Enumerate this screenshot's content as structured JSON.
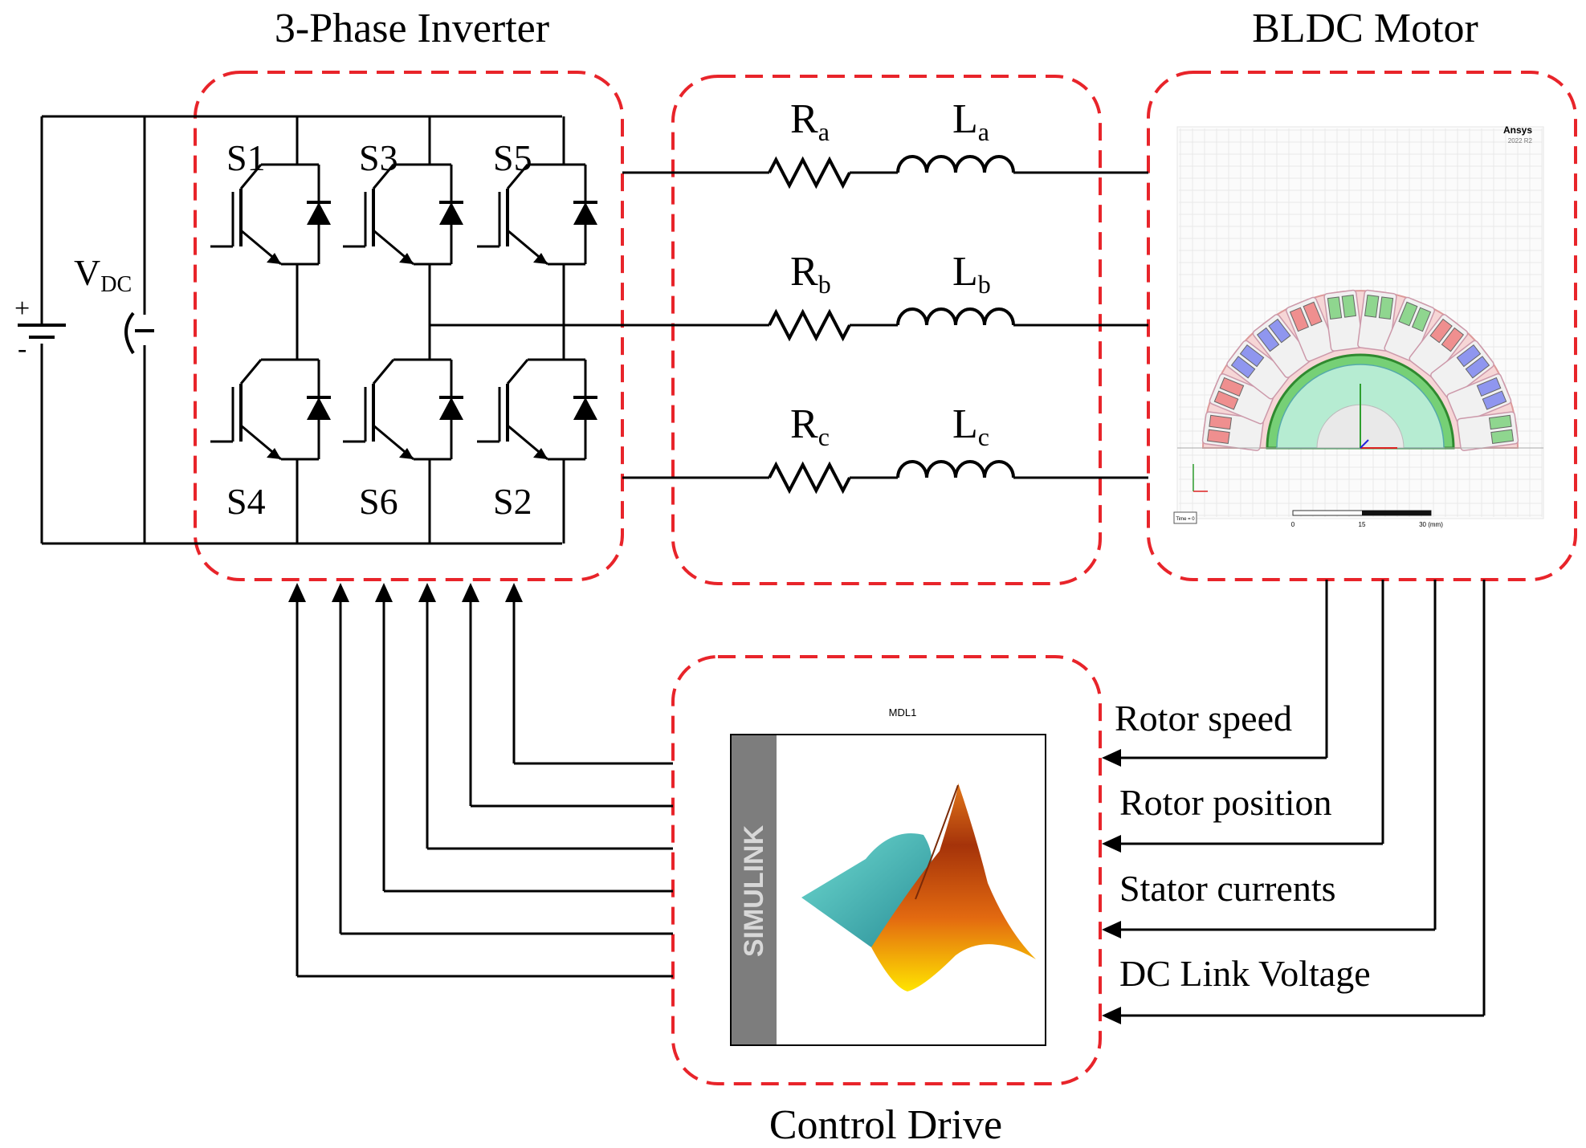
{
  "titles": {
    "inverter": "3-Phase Inverter",
    "motor": "BLDC Motor",
    "control": "Control Drive"
  },
  "source": {
    "vdc_main": "V",
    "vdc_sub": "DC",
    "plus": "+",
    "minus": "-"
  },
  "switches": [
    "S1",
    "S3",
    "S5",
    "S4",
    "S6",
    "S2"
  ],
  "phases": [
    {
      "r_main": "R",
      "r_sub": "a",
      "l_main": "L",
      "l_sub": "a"
    },
    {
      "r_main": "R",
      "r_sub": "b",
      "l_main": "L",
      "l_sub": "b"
    },
    {
      "r_main": "R",
      "r_sub": "c",
      "l_main": "L",
      "l_sub": "c"
    }
  ],
  "feedback_signals": [
    "Rotor speed",
    "Rotor position",
    "Stator currents",
    "DC Link Voltage"
  ],
  "simulink": {
    "caption": "MDL1",
    "banner": "SIMULINK"
  },
  "ansys": {
    "brand": "Ansys",
    "version": "2022 R2",
    "scale_labels": [
      "0",
      "15",
      "30 (mm)"
    ],
    "time_label": "Time = 0"
  },
  "colors": {
    "boundary": "#e8242a",
    "stator": "#f3c9c9",
    "rotor": "#7dd67d",
    "coil_red": "#ef8f8f",
    "coil_blue": "#8f96ef",
    "coil_green": "#8fd68f"
  }
}
